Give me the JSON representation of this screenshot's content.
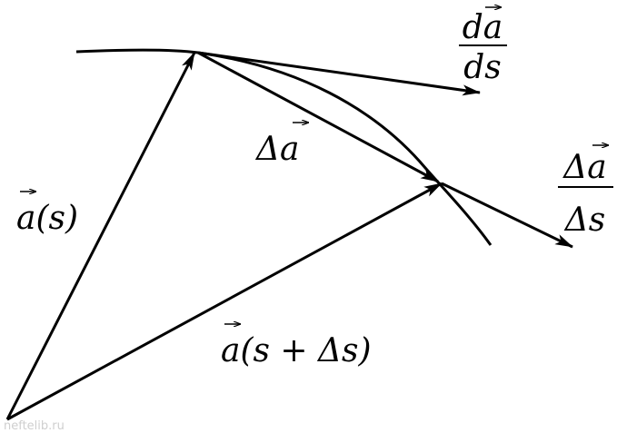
{
  "labels": {
    "a_s": "a(s)",
    "a_s_ds": "a(s + Δs)",
    "delta_a": "Δa",
    "tangent_num": "da",
    "tangent_den": "ds",
    "secant_num": "Δa",
    "secant_den": "Δs"
  },
  "watermark": "neftelib.ru"
}
